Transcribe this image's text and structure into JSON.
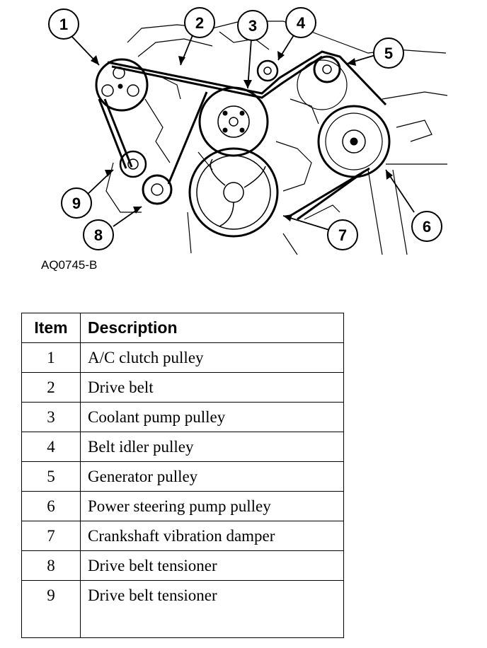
{
  "diagram": {
    "figure_id": "AQ0745-B",
    "callouts": [
      "1",
      "2",
      "3",
      "4",
      "5",
      "6",
      "7",
      "8",
      "9"
    ]
  },
  "legend": {
    "headers": {
      "item": "Item",
      "description": "Description"
    },
    "rows": [
      {
        "item": "1",
        "description": "A/C clutch pulley"
      },
      {
        "item": "2",
        "description": "Drive belt"
      },
      {
        "item": "3",
        "description": "Coolant pump pulley"
      },
      {
        "item": "4",
        "description": "Belt idler pulley"
      },
      {
        "item": "5",
        "description": "Generator pulley"
      },
      {
        "item": "6",
        "description": "Power steering pump pulley"
      },
      {
        "item": "7",
        "description": "Crankshaft vibration damper"
      },
      {
        "item": "8",
        "description": "Drive belt tensioner"
      },
      {
        "item": "9",
        "description": "Drive belt tensioner"
      }
    ]
  }
}
